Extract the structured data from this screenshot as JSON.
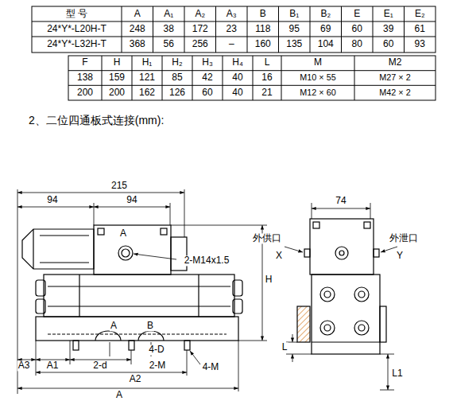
{
  "diagram": {
    "labels": [
      "型 号",
      "A",
      "A₁",
      "A₂",
      "A₃",
      "B",
      "B₁",
      "B₂",
      "E",
      "E₁",
      "E₂",
      "24*Y*-L20H-T",
      "248",
      "38",
      "172",
      "23",
      "118",
      "95",
      "69",
      "60",
      "39",
      "61",
      "24*Y*-L32H-T",
      "368",
      "56",
      "256",
      "–",
      "160",
      "135",
      "104",
      "80",
      "60",
      "93",
      "F",
      "H",
      "H₁",
      "H₂",
      "H₃",
      "H₄",
      "L",
      "M",
      "M2",
      "138",
      "159",
      "121",
      "85",
      "42",
      "40",
      "16",
      "M10 × 55",
      "M27 × 2",
      "200",
      "200",
      "162",
      "126",
      "60",
      "40",
      "21",
      "M12 × 60",
      "M42 × 2",
      "2、二位四通板式连接(mm):",
      "215",
      "94",
      "94",
      "A",
      "2-M14x1.5",
      "H",
      "A",
      "B",
      "A3",
      "A1",
      "2-d",
      "4-D",
      "2-M",
      "4-M",
      "A2",
      "A",
      "74",
      "外供口",
      "X",
      "外泄口",
      "Y",
      "L",
      "L1"
    ]
  }
}
